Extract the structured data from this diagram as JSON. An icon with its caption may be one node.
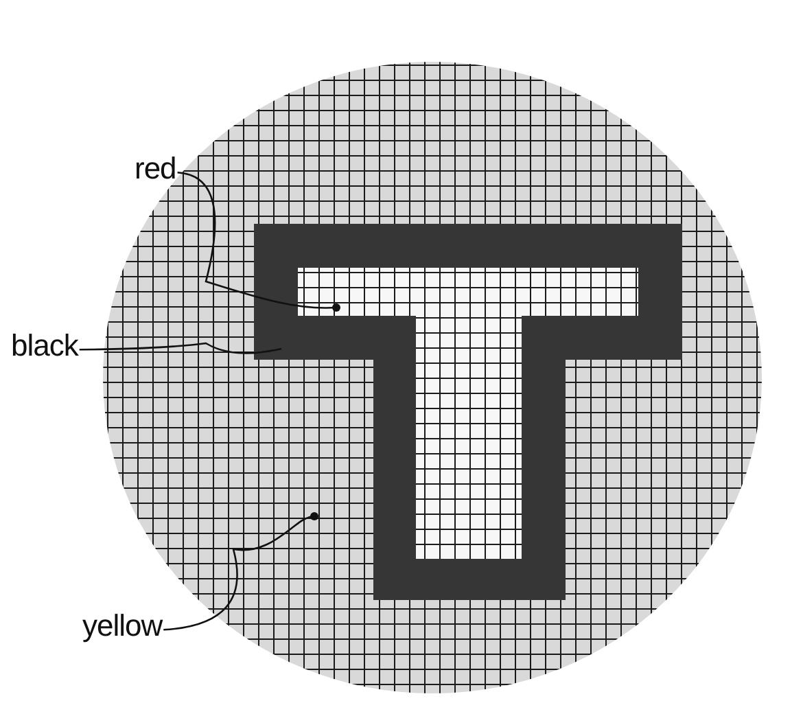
{
  "diagram": {
    "nodes": [
      {
        "text": [
          "red"
        ]
      },
      {
        "text": [
          "black"
        ]
      },
      {
        "text": [
          "yellow"
        ]
      },
      {
        "text": [],
        "shape": "circle"
      },
      {
        "text": [],
        "shape": "picture",
        "in": 3
      },
      {
        "text": [],
        "shape": "box",
        "in": 4
      }
    ],
    "edges": [
      {
        "from": 0,
        "to": 5,
        "arrow": "other"
      },
      {
        "from": 1,
        "to": 4,
        "arrow": "none"
      },
      {
        "from": 2,
        "to": 3,
        "arrow": "other"
      }
    ]
  }
}
